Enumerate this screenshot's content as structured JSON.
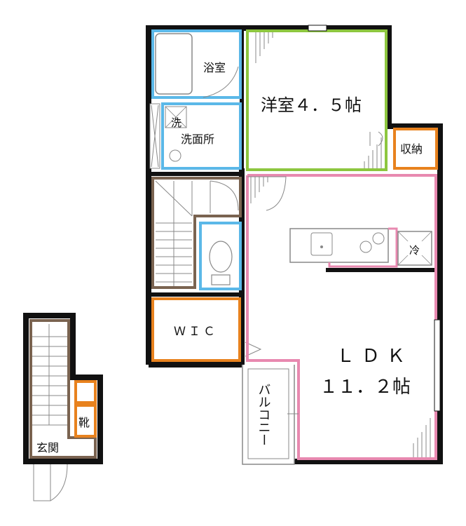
{
  "rooms": {
    "bathroom": "浴室",
    "washing_mark": "洗",
    "washroom": "洗面所",
    "western_room": "洋室４．５帖",
    "storage": "収納",
    "fridge": "冷",
    "wic": "ＷＩＣ",
    "ldk_name": "ＬＤＫ",
    "ldk_size": "１１．２帖",
    "balcony": "バルコニー",
    "shoe_storage": "靴",
    "entrance": "玄関"
  },
  "colors": {
    "wall": "#111111",
    "wet_area": "#5bb8e8",
    "western_room": "#8dc63f",
    "storage": "#e8821e",
    "ldk": "#e889b0",
    "stairs": "#7a6350",
    "fixture": "#888888"
  }
}
